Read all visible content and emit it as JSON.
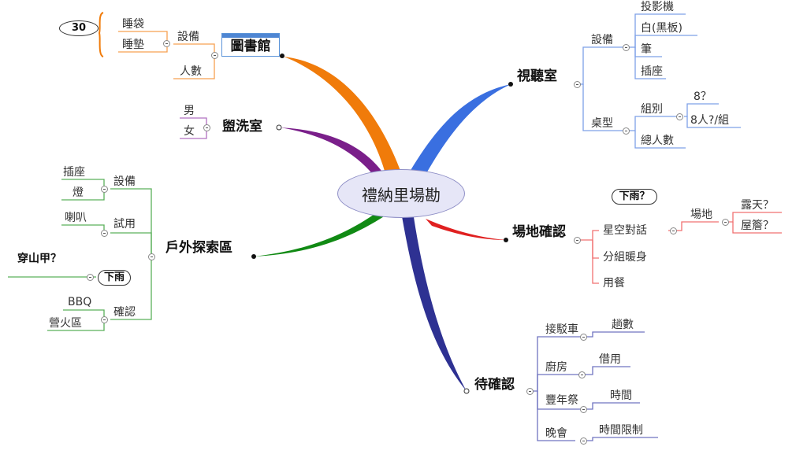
{
  "center": "禮納里場勘",
  "branches": {
    "library": {
      "title": "圖書館",
      "equipment": "設備",
      "sleeping_bag": "睡袋",
      "sleeping_pad": "睡墊",
      "headcount": "人數",
      "note": "30"
    },
    "washroom": {
      "title": "盥洗室",
      "male": "男",
      "female": "女"
    },
    "outdoor": {
      "title": "戶外探索區",
      "equipment": "設備",
      "socket": "插座",
      "lamp": "燈",
      "trial": "試用",
      "speaker": "喇叭",
      "confirm": "確認",
      "bbq": "BBQ",
      "campfire": "營火區",
      "rain": "下雨",
      "pangolin": "穿山甲？"
    },
    "av_room": {
      "title": "視聽室",
      "equipment": "設備",
      "projector": "投影機",
      "whiteboard": "白(黑板)",
      "pen": "筆",
      "socket": "插座",
      "table_type": "桌型",
      "groups": "組別",
      "g1": "8？",
      "g2": "8人?/組",
      "total": "總人數"
    },
    "venue": {
      "title": "場地確認",
      "stargazing": "星空對話",
      "rain": "下雨？",
      "site": "場地",
      "outdoor": "露天？",
      "eaves": "屋簷？",
      "warmup": "分組暖身",
      "meal": "用餐"
    },
    "pending": {
      "title": "待確認",
      "shuttle": "接駁車",
      "trips": "趟數",
      "kitchen": "廚房",
      "borrow": "借用",
      "harvest": "豐年祭",
      "time": "時間",
      "dinner": "晚會",
      "time_limit": "時間限制"
    }
  },
  "colors": {
    "orange": "#f07b0a",
    "purple": "#7a1f8a",
    "green": "#118a14",
    "blue": "#3a6fe0",
    "red": "#e02020",
    "navy": "#2e3192"
  }
}
